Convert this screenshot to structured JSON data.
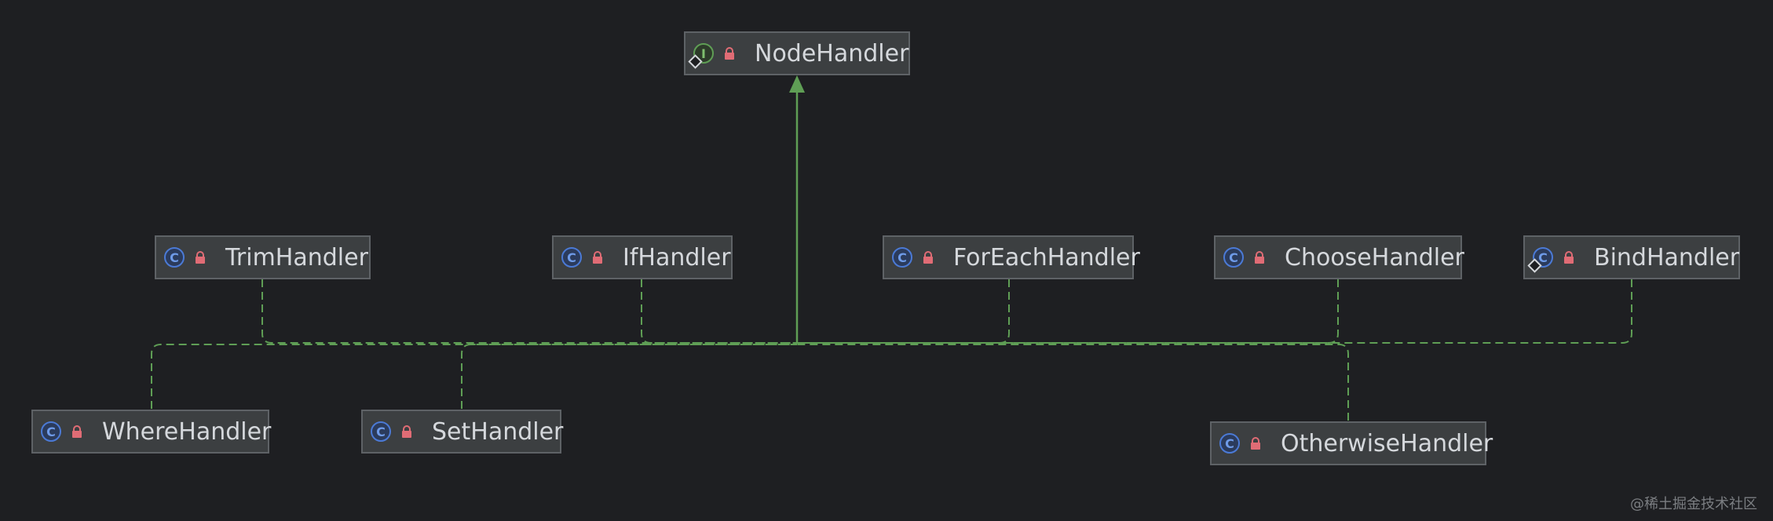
{
  "diagram": {
    "root": {
      "name": "NodeHandler",
      "kind": "interface"
    },
    "classes": [
      {
        "id": "trim",
        "name": "TrimHandler",
        "kind": "class"
      },
      {
        "id": "if",
        "name": "IfHandler",
        "kind": "class"
      },
      {
        "id": "foreach",
        "name": "ForEachHandler",
        "kind": "class"
      },
      {
        "id": "choose",
        "name": "ChooseHandler",
        "kind": "class"
      },
      {
        "id": "bind",
        "name": "BindHandler",
        "kind": "class"
      },
      {
        "id": "where",
        "name": "WhereHandler",
        "kind": "class"
      },
      {
        "id": "set",
        "name": "SetHandler",
        "kind": "class"
      },
      {
        "id": "otherwise",
        "name": "OtherwiseHandler",
        "kind": "class"
      }
    ],
    "icons": {
      "class_icon": "class-c-icon",
      "interface_icon": "interface-i-icon",
      "visibility_icon": "lock-icon"
    },
    "colors": {
      "background": "#1e1f22",
      "edge": "#5f9e55",
      "lock": "#e06c75"
    }
  },
  "watermark": "@稀土掘金技术社区"
}
